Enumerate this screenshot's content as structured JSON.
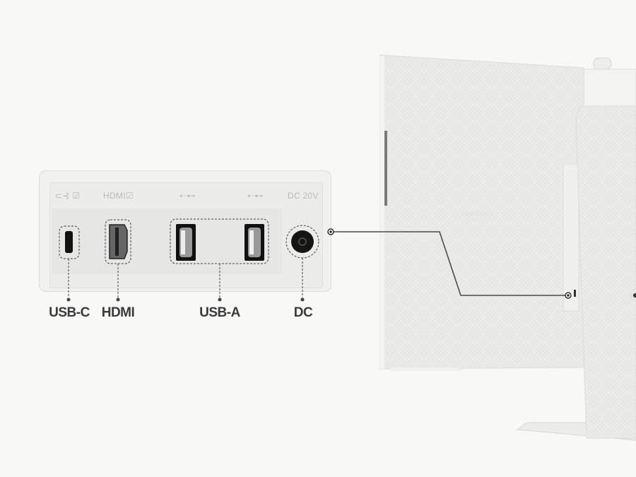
{
  "port_panel": {
    "printed_labels": {
      "usb_c": "⊂⊰ ☑",
      "hdmi": "HDMI☑",
      "usb_a_1": "⇠⊷",
      "usb_a_2": "⇠⊷",
      "dc": "DC 20V"
    },
    "callouts": [
      {
        "id": "usb-c",
        "label": "USB-C"
      },
      {
        "id": "hdmi",
        "label": "HDMI"
      },
      {
        "id": "usb-a",
        "label": "USB-A"
      },
      {
        "id": "dc",
        "label": "DC"
      }
    ]
  },
  "monitor": {
    "brand_logo": "SAMSUNG"
  },
  "colors": {
    "background": "#f8f8f7",
    "leader_line": "#4a4a4a",
    "label_text": "#3a3a3a"
  }
}
